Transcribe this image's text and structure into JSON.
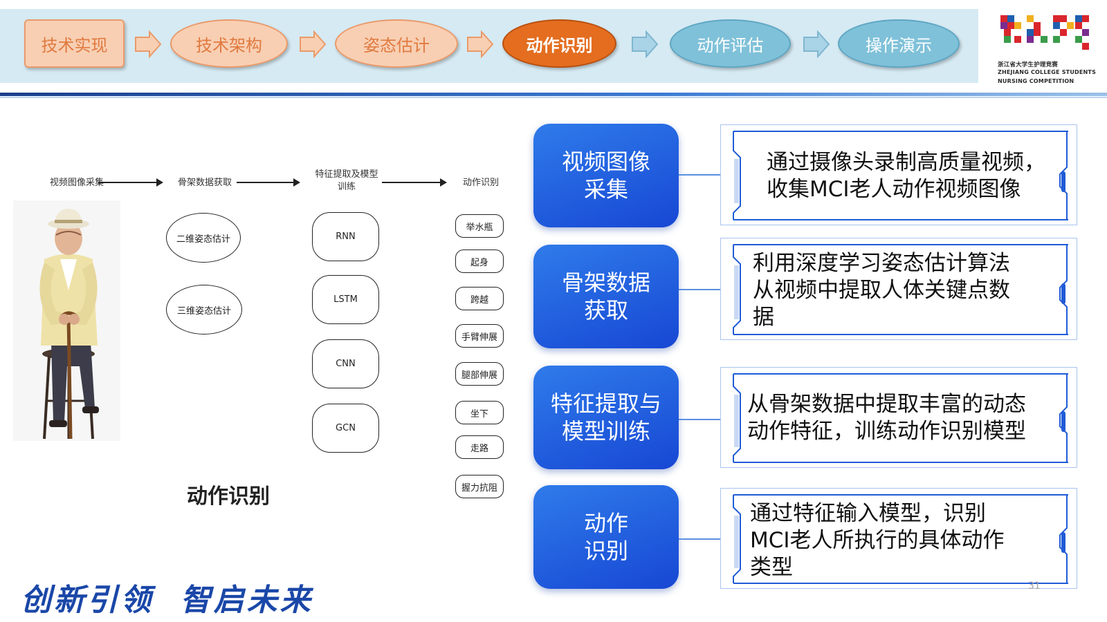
{
  "nav": {
    "steps": [
      {
        "label": "技术实现"
      },
      {
        "label": "技术架构"
      },
      {
        "label": "姿态估计"
      },
      {
        "label": "动作识别"
      },
      {
        "label": "动作评估"
      },
      {
        "label": "操作演示"
      }
    ],
    "active_label": "动作识别",
    "colors": {
      "done": "#f8cfb3",
      "active": "#e46d1f",
      "upcoming": "#7fc1d9"
    }
  },
  "logo": {
    "line1": "浙江省大学生护理竞赛",
    "line2": "ZHEJIANG COLLEGE STUDENTS",
    "line3": "NURSING COMPETITION",
    "icon": "colorful-pixel-logo-icon"
  },
  "diagram": {
    "stages": [
      "视频图像采集",
      "骨架数据获取",
      "特征提取及模型\n训练",
      "动作识别"
    ],
    "pose_methods": [
      "二维姿态估计",
      "三维姿态估计"
    ],
    "models": [
      "RNN",
      "LSTM",
      "CNN",
      "GCN"
    ],
    "actions": [
      "举水瓶",
      "起身",
      "跨越",
      "手臂伸展",
      "腿部伸展",
      "坐下",
      "走路",
      "握力抗阻"
    ],
    "photo": "elderly-man-seated-with-cane",
    "caption": "动作识别"
  },
  "steps": [
    {
      "title": "视频图像\n采集",
      "desc": [
        "通过摄像头录制高质量视频，",
        "收集MCI老人动作视频图像"
      ]
    },
    {
      "title": "骨架数据\n获取",
      "desc": [
        "利用深度学习姿态估计算法",
        "从视频中提取人体关键点数",
        "据"
      ]
    },
    {
      "title": "特征提取与\n模型训练",
      "desc": [
        "从骨架数据中提取丰富的动态",
        "动作特征，训练动作识别模型"
      ]
    },
    {
      "title": "动作\n识别",
      "desc": [
        "通过特征输入模型，识别",
        "MCI老人所执行的具体动作",
        "类型"
      ]
    }
  ],
  "footer": {
    "slogan": "创新引领  智启未来",
    "page_number": "31"
  },
  "theme": {
    "accent": "#1747d4",
    "band": "#d6eaf3"
  }
}
